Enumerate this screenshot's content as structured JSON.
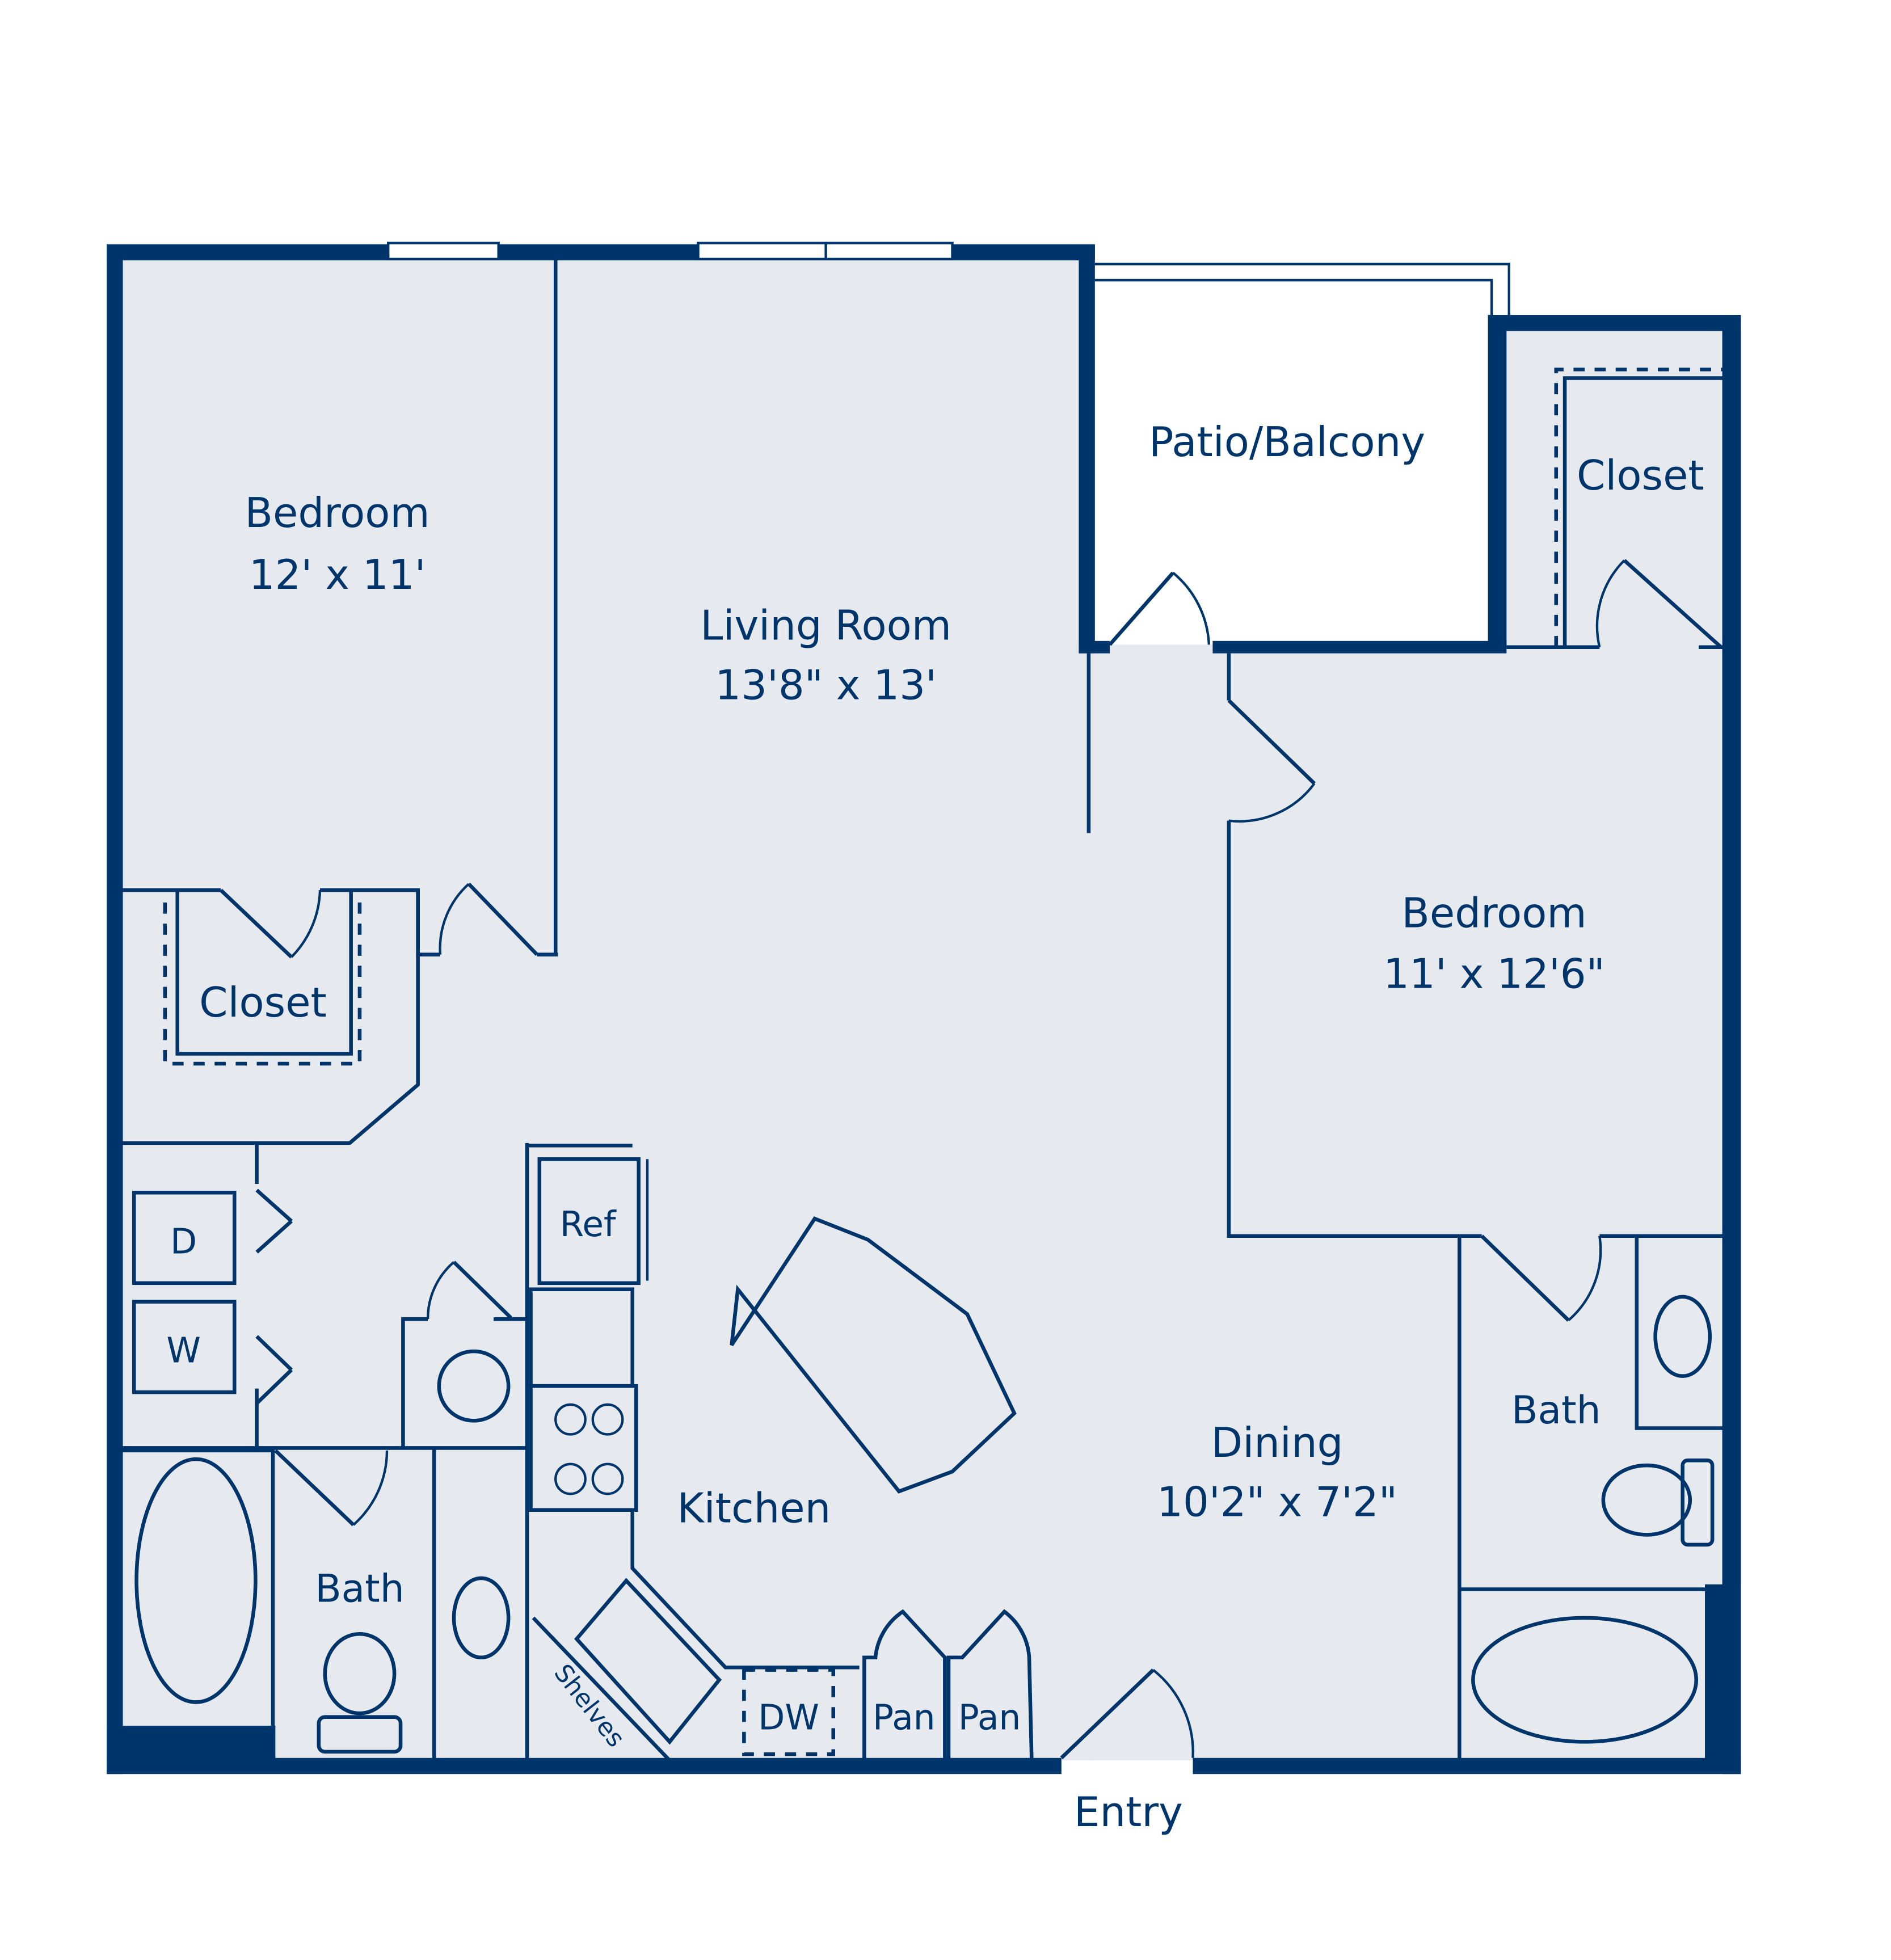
{
  "floorplan": {
    "colors": {
      "wall": "#00356b",
      "floor": "#e6e9ed",
      "exterior": "#ffffff"
    },
    "rooms": {
      "bedroom1": {
        "name": "Bedroom",
        "size": "12' x 11'"
      },
      "living": {
        "name": "Living Room",
        "size": "13'8\" x 13'"
      },
      "patio": {
        "name": "Patio/Balcony"
      },
      "closet_right": {
        "name": "Closet"
      },
      "bedroom2": {
        "name": "Bedroom",
        "size": "11' x 12'6\""
      },
      "closet_left": {
        "name": "Closet"
      },
      "dining": {
        "name": "Dining",
        "size": "10'2\" x 7'2\""
      },
      "kitchen": {
        "name": "Kitchen"
      },
      "bath_left": {
        "name": "Bath"
      },
      "bath_right": {
        "name": "Bath"
      },
      "entry": {
        "name": "Entry"
      }
    },
    "fixtures": {
      "dryer": "D",
      "washer": "W",
      "refrigerator": "Ref",
      "dishwasher": "DW",
      "pantry1": "Pan",
      "pantry2": "Pan",
      "shelves": "Shelves"
    }
  }
}
